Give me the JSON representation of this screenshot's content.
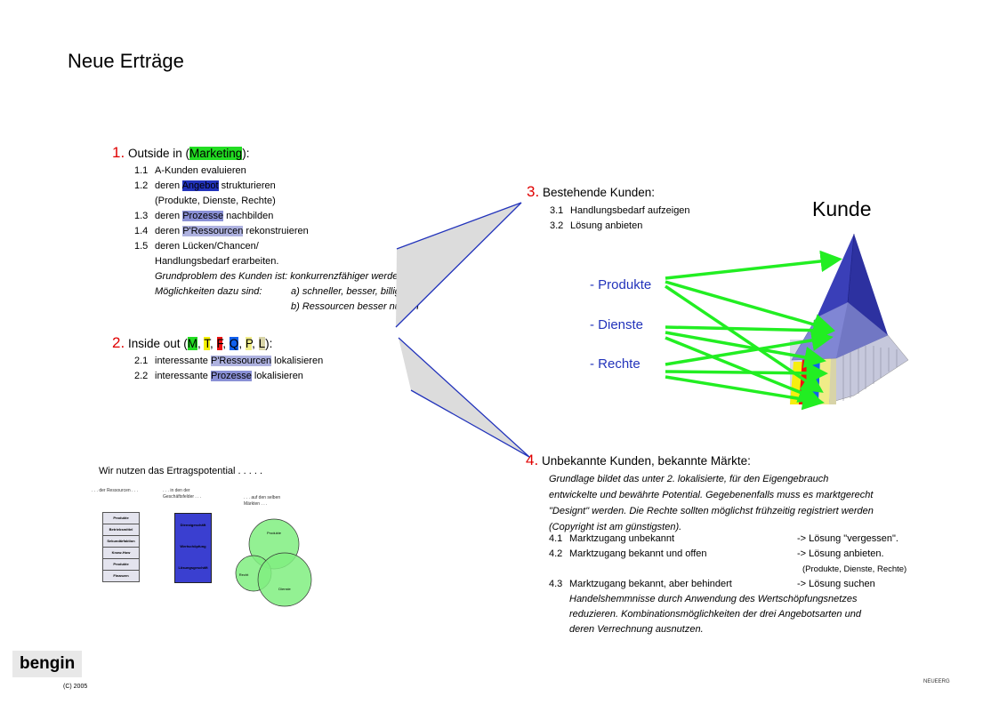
{
  "title": "Neue Erträge",
  "section1": {
    "num": "1.",
    "text_a": "Outside in (",
    "highlight": "Marketing",
    "text_b": "):",
    "items": [
      {
        "n": "1.1",
        "pre": "A-Kunden evaluieren",
        "hl": "",
        "post": ""
      },
      {
        "n": "1.2",
        "pre": "deren ",
        "hl": "Angebot",
        "post": " strukturieren"
      },
      {
        "n": "",
        "pre": "(Produkte, Dienste, Rechte)",
        "hl": "",
        "post": ""
      },
      {
        "n": "1.3",
        "pre": "deren ",
        "hl": "Prozesse",
        "post": " nachbilden"
      },
      {
        "n": "1.4",
        "pre": "deren ",
        "hl": "P'Ressourcen",
        "post": " rekonstruieren"
      },
      {
        "n": "1.5",
        "pre": "deren Lücken/Chancen/",
        "hl": "",
        "post": ""
      },
      {
        "n": "",
        "pre": "Handlungsbedarf erarbeiten.",
        "hl": "",
        "post": ""
      }
    ],
    "problem": "Grundproblem des Kunden ist: konkurrenzfähiger werden",
    "options_label": "Möglichkeiten dazu sind:",
    "option_a": "a) schneller, besser, billiger",
    "option_b": "b) Ressourcen besser nutzen"
  },
  "section2": {
    "num": "2.",
    "text_a": "Inside out (",
    "letters": [
      "M",
      "T",
      "F",
      "Q",
      "P",
      "L"
    ],
    "text_b": "):",
    "items": [
      {
        "n": "2.1",
        "pre": "interessante ",
        "hl": "P'Ressourcen",
        "post": " lokalisieren"
      },
      {
        "n": "2.2",
        "pre": "interessante ",
        "hl": "Prozesse",
        "post": " lokalisieren"
      }
    ]
  },
  "section3": {
    "num": "3.",
    "heading": "Bestehende Kunden:",
    "items": [
      {
        "n": "3.1",
        "text": "Handlungsbedarf aufzeigen"
      },
      {
        "n": "3.2",
        "text": "Lösung anbieten"
      }
    ]
  },
  "pyramid": {
    "label": "Kunde",
    "offer_labels": [
      "- Produkte",
      "- Dienste",
      "- Rechte"
    ],
    "colors": {
      "top": "#3a3fb8",
      "mid": "#8086d4",
      "arrow": "#22ee22"
    }
  },
  "section4": {
    "num": "4.",
    "heading": "Unbekannte Kunden, bekannte Märkte:",
    "intro": [
      "Grundlage bildet das unter 2. lokalisierte, für den Eigengebrauch",
      "entwickelte und bewährte Potential. Gegebenenfalls muss es marktgerecht",
      "\"Designt\" werden. Die Rechte sollten möglichst frühzeitig registriert werden",
      "(Copyright ist am günstigsten)."
    ],
    "items": [
      {
        "n": "4.1",
        "text": "Marktzugang unbekannt",
        "result": "-> Lösung \"vergessen\"."
      },
      {
        "n": "4.2",
        "text": "Marktzugang bekannt und offen",
        "result": "-> Lösung anbieten."
      },
      {
        "n": "4.3",
        "text": "Marktzugang bekannt, aber behindert",
        "result": "-> Lösung suchen"
      }
    ],
    "note_42": "(Produkte, Dienste, Rechte)",
    "detail_43": [
      "Handelshemmnisse durch Anwendung des Wertschöpfungsnetzes",
      "reduzieren. Kombinationsmöglichkeiten der drei Angebotsarten und",
      "deren Verrechnung ausnutzen."
    ]
  },
  "potential": {
    "heading": "Wir nutzen das Ertragspotential . . . . .",
    "col1_caption": ". . . der Ressourcen . . .",
    "col2_caption": [
      ". . . in den der",
      "Geschäftsfelder . . ."
    ],
    "col3_caption": [
      ". . . auf den selben",
      "Märkten . . ."
    ],
    "col1_rows": [
      "Produkte",
      "Betriebsmittel",
      "Sekundärfaktion",
      "Know-How",
      "Produkte",
      "Finanzen"
    ],
    "col2_rows": [
      "Dienstgeschäft",
      "Wertschöpfung",
      "Lösungsgeschäft"
    ],
    "circle_labels": [
      "Produkte",
      "Recht",
      "Dienste"
    ]
  },
  "footer": {
    "logo": "bengin",
    "copyright": "(C) 2005",
    "code": "NEUEERG"
  }
}
